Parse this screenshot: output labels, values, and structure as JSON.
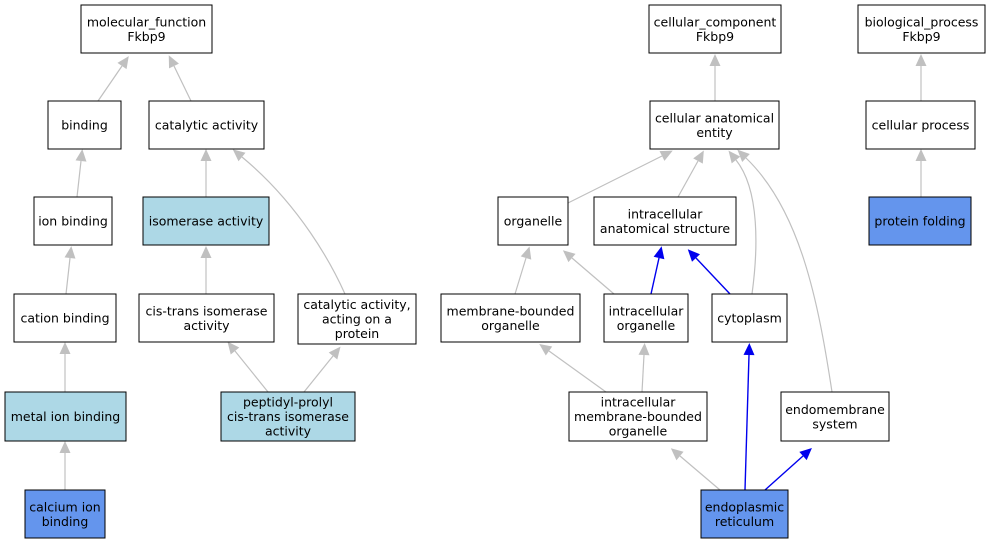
{
  "colors": {
    "white": "#ffffff",
    "light": "#add8e6",
    "dark": "#6495ed",
    "gray_edge": "#c0c0c0",
    "blue_edge": "#0000ee"
  },
  "nodes": [
    {
      "id": "molecular_function",
      "lines": [
        "molecular_function",
        "Fkbp9"
      ],
      "fill": "white"
    },
    {
      "id": "binding",
      "lines": [
        "binding"
      ],
      "fill": "white"
    },
    {
      "id": "catalytic_activity",
      "lines": [
        "catalytic activity"
      ],
      "fill": "white"
    },
    {
      "id": "ion_binding",
      "lines": [
        "ion binding"
      ],
      "fill": "white"
    },
    {
      "id": "isomerase_activity",
      "lines": [
        "isomerase activity"
      ],
      "fill": "light"
    },
    {
      "id": "cation_binding",
      "lines": [
        "cation binding"
      ],
      "fill": "white"
    },
    {
      "id": "cis_trans_isomerase",
      "lines": [
        "cis-trans isomerase",
        "activity"
      ],
      "fill": "white"
    },
    {
      "id": "catalytic_acting_protein",
      "lines": [
        "catalytic activity,",
        "acting on a",
        "protein"
      ],
      "fill": "white"
    },
    {
      "id": "metal_ion_binding",
      "lines": [
        "metal ion binding"
      ],
      "fill": "light"
    },
    {
      "id": "peptidyl_prolyl",
      "lines": [
        "peptidyl-prolyl",
        "cis-trans isomerase",
        "activity"
      ],
      "fill": "light"
    },
    {
      "id": "calcium_ion_binding",
      "lines": [
        "calcium ion",
        "binding"
      ],
      "fill": "dark"
    },
    {
      "id": "cellular_component",
      "lines": [
        "cellular_component",
        "Fkbp9"
      ],
      "fill": "white"
    },
    {
      "id": "cellular_anatomical_entity",
      "lines": [
        "cellular anatomical",
        "entity"
      ],
      "fill": "white"
    },
    {
      "id": "organelle",
      "lines": [
        "organelle"
      ],
      "fill": "white"
    },
    {
      "id": "intracellular_anatomical",
      "lines": [
        "intracellular",
        "anatomical structure"
      ],
      "fill": "white"
    },
    {
      "id": "membrane_bounded",
      "lines": [
        "membrane-bounded",
        "organelle"
      ],
      "fill": "white"
    },
    {
      "id": "intracellular_organelle",
      "lines": [
        "intracellular",
        "organelle"
      ],
      "fill": "white"
    },
    {
      "id": "cytoplasm",
      "lines": [
        "cytoplasm"
      ],
      "fill": "white"
    },
    {
      "id": "intracellular_membrane_bounded",
      "lines": [
        "intracellular",
        "membrane-bounded",
        "organelle"
      ],
      "fill": "white"
    },
    {
      "id": "endomembrane_system",
      "lines": [
        "endomembrane",
        "system"
      ],
      "fill": "white"
    },
    {
      "id": "endoplasmic_reticulum",
      "lines": [
        "endoplasmic",
        "reticulum"
      ],
      "fill": "dark"
    },
    {
      "id": "biological_process",
      "lines": [
        "biological_process",
        "Fkbp9"
      ],
      "fill": "white"
    },
    {
      "id": "cellular_process",
      "lines": [
        "cellular process"
      ],
      "fill": "white"
    },
    {
      "id": "protein_folding",
      "lines": [
        "protein folding"
      ],
      "fill": "dark"
    }
  ],
  "edges": [
    {
      "from": "binding",
      "to": "molecular_function",
      "color": "gray"
    },
    {
      "from": "catalytic_activity",
      "to": "molecular_function",
      "color": "gray"
    },
    {
      "from": "ion_binding",
      "to": "binding",
      "color": "gray"
    },
    {
      "from": "isomerase_activity",
      "to": "catalytic_activity",
      "color": "gray"
    },
    {
      "from": "catalytic_acting_protein",
      "to": "catalytic_activity",
      "color": "gray"
    },
    {
      "from": "cation_binding",
      "to": "ion_binding",
      "color": "gray"
    },
    {
      "from": "cis_trans_isomerase",
      "to": "isomerase_activity",
      "color": "gray"
    },
    {
      "from": "metal_ion_binding",
      "to": "cation_binding",
      "color": "gray"
    },
    {
      "from": "peptidyl_prolyl",
      "to": "cis_trans_isomerase",
      "color": "gray"
    },
    {
      "from": "peptidyl_prolyl",
      "to": "catalytic_acting_protein",
      "color": "gray"
    },
    {
      "from": "calcium_ion_binding",
      "to": "metal_ion_binding",
      "color": "gray"
    },
    {
      "from": "cellular_anatomical_entity",
      "to": "cellular_component",
      "color": "gray"
    },
    {
      "from": "organelle",
      "to": "cellular_anatomical_entity",
      "color": "gray"
    },
    {
      "from": "intracellular_anatomical",
      "to": "cellular_anatomical_entity",
      "color": "gray"
    },
    {
      "from": "cytoplasm",
      "to": "cellular_anatomical_entity",
      "color": "gray"
    },
    {
      "from": "endomembrane_system",
      "to": "cellular_anatomical_entity",
      "color": "gray"
    },
    {
      "from": "membrane_bounded",
      "to": "organelle",
      "color": "gray"
    },
    {
      "from": "intracellular_organelle",
      "to": "organelle",
      "color": "gray"
    },
    {
      "from": "intracellular_organelle",
      "to": "intracellular_anatomical",
      "color": "blue"
    },
    {
      "from": "cytoplasm",
      "to": "intracellular_anatomical",
      "color": "blue"
    },
    {
      "from": "intracellular_membrane_bounded",
      "to": "membrane_bounded",
      "color": "gray"
    },
    {
      "from": "intracellular_membrane_bounded",
      "to": "intracellular_organelle",
      "color": "gray"
    },
    {
      "from": "endoplasmic_reticulum",
      "to": "intracellular_membrane_bounded",
      "color": "gray"
    },
    {
      "from": "endoplasmic_reticulum",
      "to": "cytoplasm",
      "color": "blue"
    },
    {
      "from": "endoplasmic_reticulum",
      "to": "endomembrane_system",
      "color": "blue"
    },
    {
      "from": "cellular_process",
      "to": "biological_process",
      "color": "gray"
    },
    {
      "from": "protein_folding",
      "to": "cellular_process",
      "color": "gray"
    }
  ]
}
